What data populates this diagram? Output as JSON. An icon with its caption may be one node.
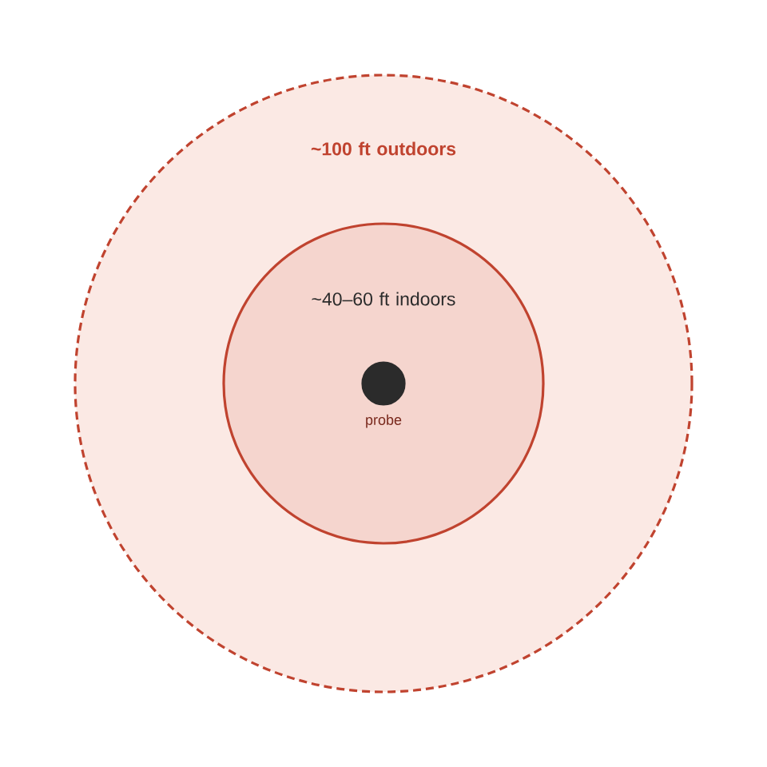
{
  "diagram": {
    "nodes": [
      {
        "text": [
          "~100 ft outdoors"
        ]
      },
      {
        "text": [
          "~40–60 ft indoors"
        ],
        "in": 0
      },
      {
        "text": [],
        "shape": "circle",
        "in": 1,
        "beside": [
          "probe"
        ]
      }
    ]
  }
}
